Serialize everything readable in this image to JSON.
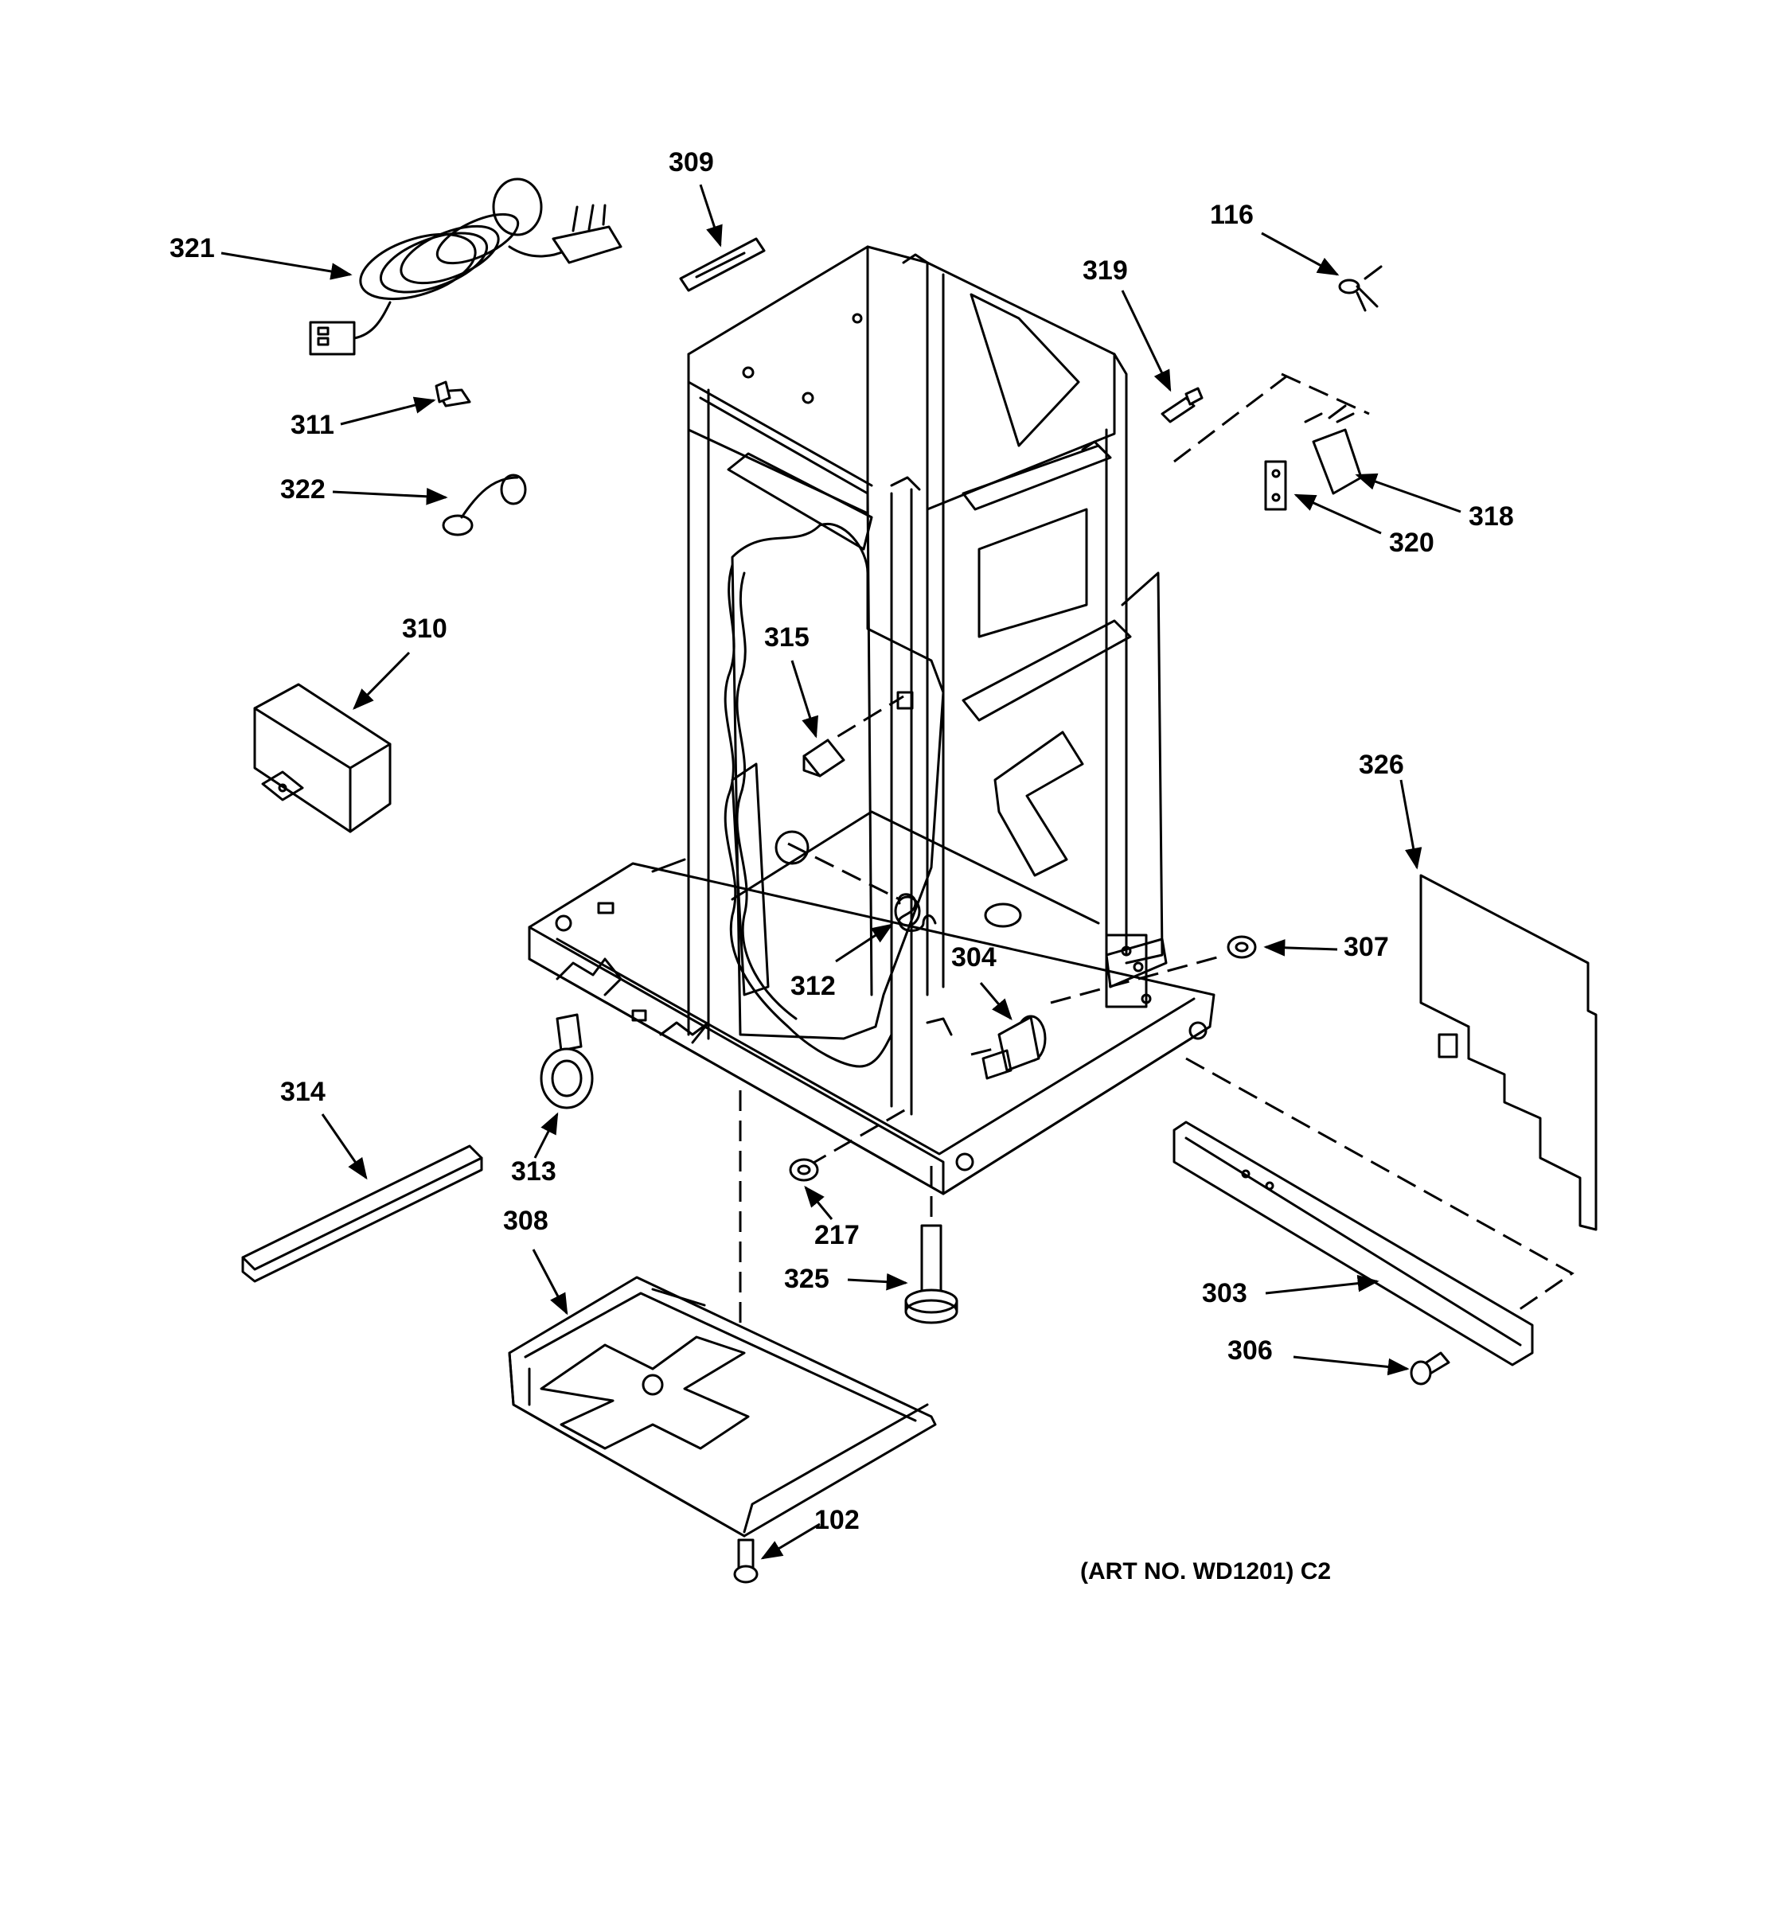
{
  "labels": {
    "p321": "321",
    "p309": "309",
    "p116": "116",
    "p319": "319",
    "p311": "311",
    "p322": "322",
    "p318": "318",
    "p320": "320",
    "p310": "310",
    "p315": "315",
    "p326": "326",
    "p307": "307",
    "p304": "304",
    "p312": "312",
    "p314": "314",
    "p313": "313",
    "p217": "217",
    "p308": "308",
    "p325": "325",
    "p303": "303",
    "p306": "306",
    "p102": "102"
  },
  "footer": {
    "art_no": "(ART NO. WD1201) C2"
  }
}
